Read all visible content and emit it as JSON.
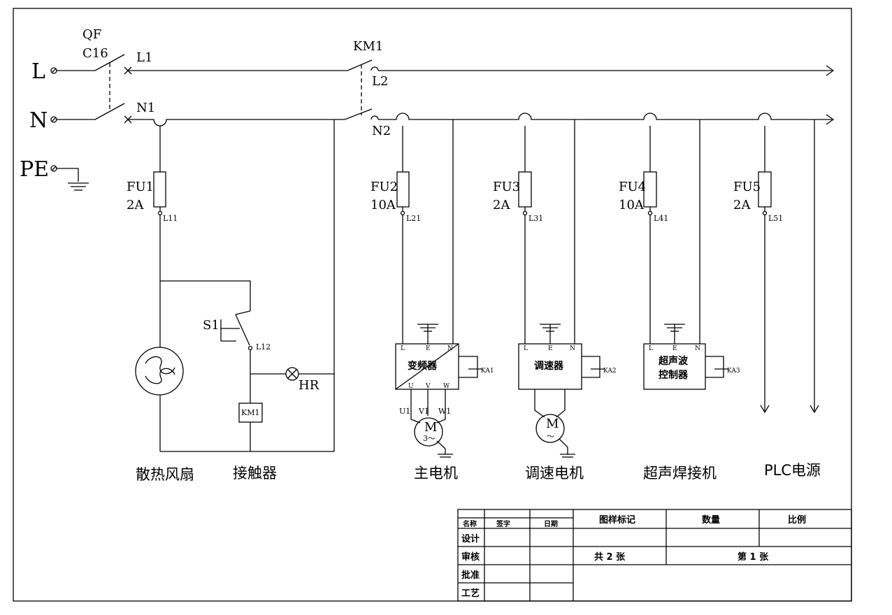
{
  "terminals": {
    "L": "L",
    "N": "N",
    "PE": "PE"
  },
  "breaker": {
    "name": "QF",
    "rating": "C16"
  },
  "nodes": {
    "L1": "L1",
    "N1": "N1",
    "L2": "L2",
    "N2": "N2"
  },
  "contactor": {
    "name": "KM1",
    "coil": "KM1"
  },
  "fuses": [
    {
      "name": "FU1",
      "rating": "2A",
      "out": "L11"
    },
    {
      "name": "FU2",
      "rating": "10A",
      "out": "L21"
    },
    {
      "name": "FU3",
      "rating": "2A",
      "out": "L31"
    },
    {
      "name": "FU4",
      "rating": "10A",
      "out": "L41"
    },
    {
      "name": "FU5",
      "rating": "2A",
      "out": "L51"
    }
  ],
  "switch": {
    "name": "S1",
    "out": "L12"
  },
  "lamp": {
    "name": "HR"
  },
  "devices": {
    "inverter": {
      "label": "变频器",
      "pins_in": [
        "L",
        "E",
        "N"
      ],
      "pins_out": [
        "U",
        "V",
        "W"
      ],
      "relay": "KA1",
      "wires": [
        "U1",
        "V1",
        "W1"
      ]
    },
    "speed": {
      "label": "调速器",
      "pins_in": [
        "L",
        "E",
        "N"
      ],
      "relay": "KA2"
    },
    "ultra": {
      "label_line1": "超声波",
      "label_line2": "控制器",
      "pins_in": [
        "L",
        "E",
        "N"
      ],
      "relay": "KA3"
    }
  },
  "motors": {
    "m1": {
      "letter": "M",
      "sub": "3～"
    },
    "m2": {
      "letter": "M",
      "sub": "～"
    }
  },
  "captions": {
    "fan": "散热风扇",
    "contactor": "接触器",
    "main_motor": "主电机",
    "speed_motor": "调速电机",
    "welder": "超声焊接机",
    "plc": "PLC电源"
  },
  "title_block": {
    "col_name": "名称",
    "col_sign": "签字",
    "col_date": "日期",
    "row_design": "设计",
    "row_review": "审核",
    "row_approve": "批准",
    "row_process": "工艺",
    "drawing_mark": "图样标记",
    "quantity": "数量",
    "scale": "比例",
    "total_sheets": "共 2 张",
    "sheet_no": "第 1 张"
  }
}
